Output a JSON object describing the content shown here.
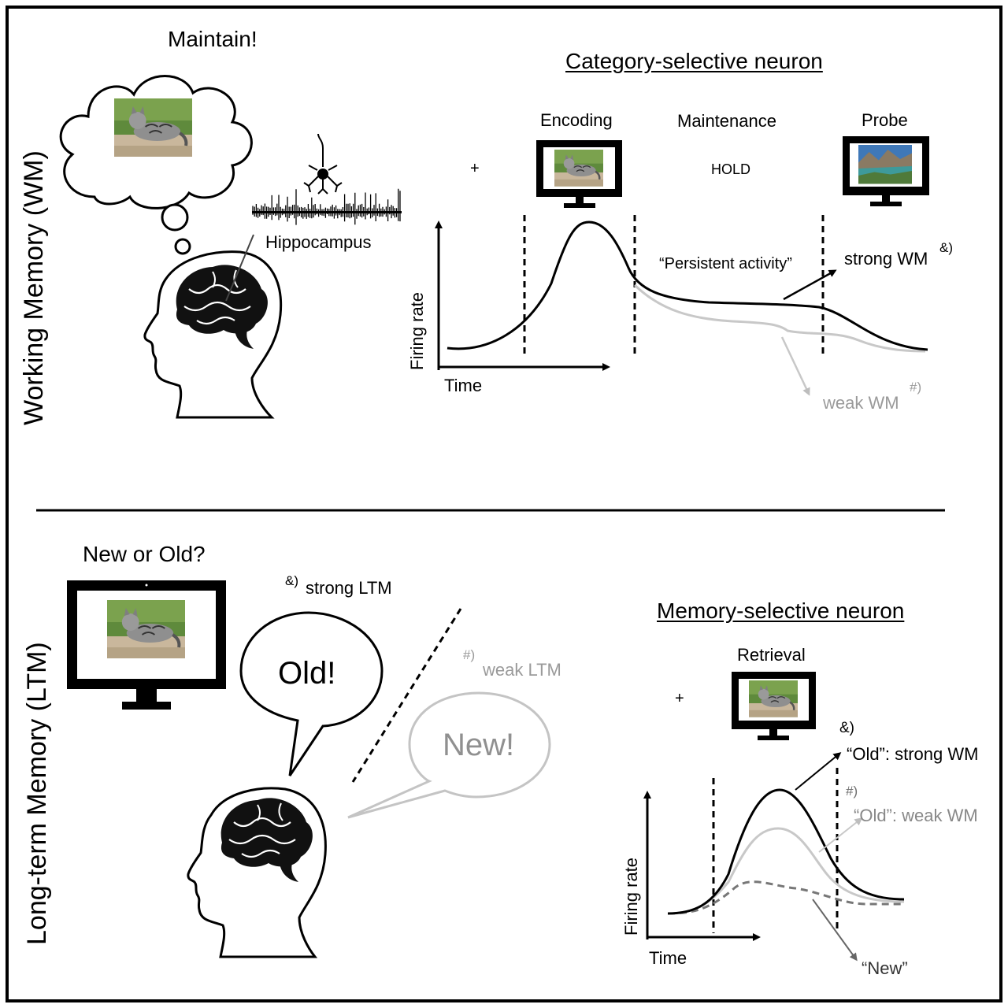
{
  "wm": {
    "side_label": "Working Memory (WM)",
    "maintain": "Maintain!",
    "hippocampus": "Hippocampus",
    "neuron_title": "Category-selective neuron",
    "encoding": "Encoding",
    "maintenance": "Maintenance",
    "probe": "Probe",
    "fixation": "+",
    "hold": "HOLD",
    "persistent": "“Persistent activity”",
    "strong": "strong WM",
    "strong_mark": "&)",
    "weak": "weak WM",
    "weak_mark": "#)",
    "ylabel": "Firing rate",
    "xlabel": "Time"
  },
  "ltm": {
    "side_label": "Long-term Memory (LTM)",
    "question": "New or Old?",
    "strong_mark": "&)",
    "strong": "strong LTM",
    "weak_mark": "#)",
    "weak": "weak LTM",
    "old_bubble": "Old!",
    "new_bubble": "New!",
    "neuron_title": "Memory-selective neuron",
    "retrieval": "Retrieval",
    "fixation": "+",
    "mark_strong": "&)",
    "old_strong": "“Old”: strong WM",
    "mark_weak": "#)",
    "old_weak": "“Old”: weak WM",
    "new_label": "“New”",
    "ylabel": "Firing rate",
    "xlabel": "Time"
  },
  "icons": [
    "cat-photo-icon",
    "landscape-photo-icon",
    "monitor-icon",
    "brain-icon",
    "head-icon",
    "neuron-icon",
    "thought-cloud-icon",
    "speech-bubble-icon"
  ]
}
